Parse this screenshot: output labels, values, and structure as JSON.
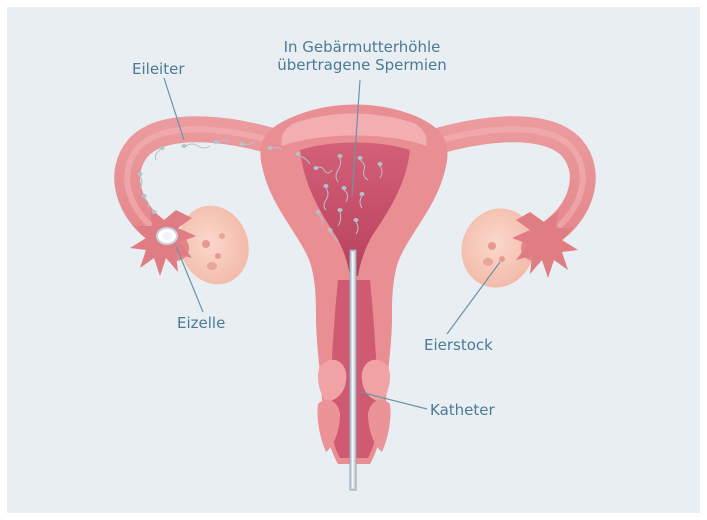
{
  "labels": {
    "spermien_line1": "In Gebärmutterhöhle",
    "spermien_line2": "übertragene Spermien",
    "eileiter": "Eileiter",
    "eizelle": "Eizelle",
    "eierstock": "Eierstock",
    "katheter": "Katheter"
  },
  "colors": {
    "background": "#e9eef2",
    "tissue": "#e98e92",
    "tissue_light": "#f2aaad",
    "cavity": "#c4506a",
    "ovary": "#f7c8b8",
    "label_text": "#4b7a96",
    "leader_line": "#6d93a8",
    "sperm": "#aab9c4",
    "catheter": "#c7d1d9"
  }
}
